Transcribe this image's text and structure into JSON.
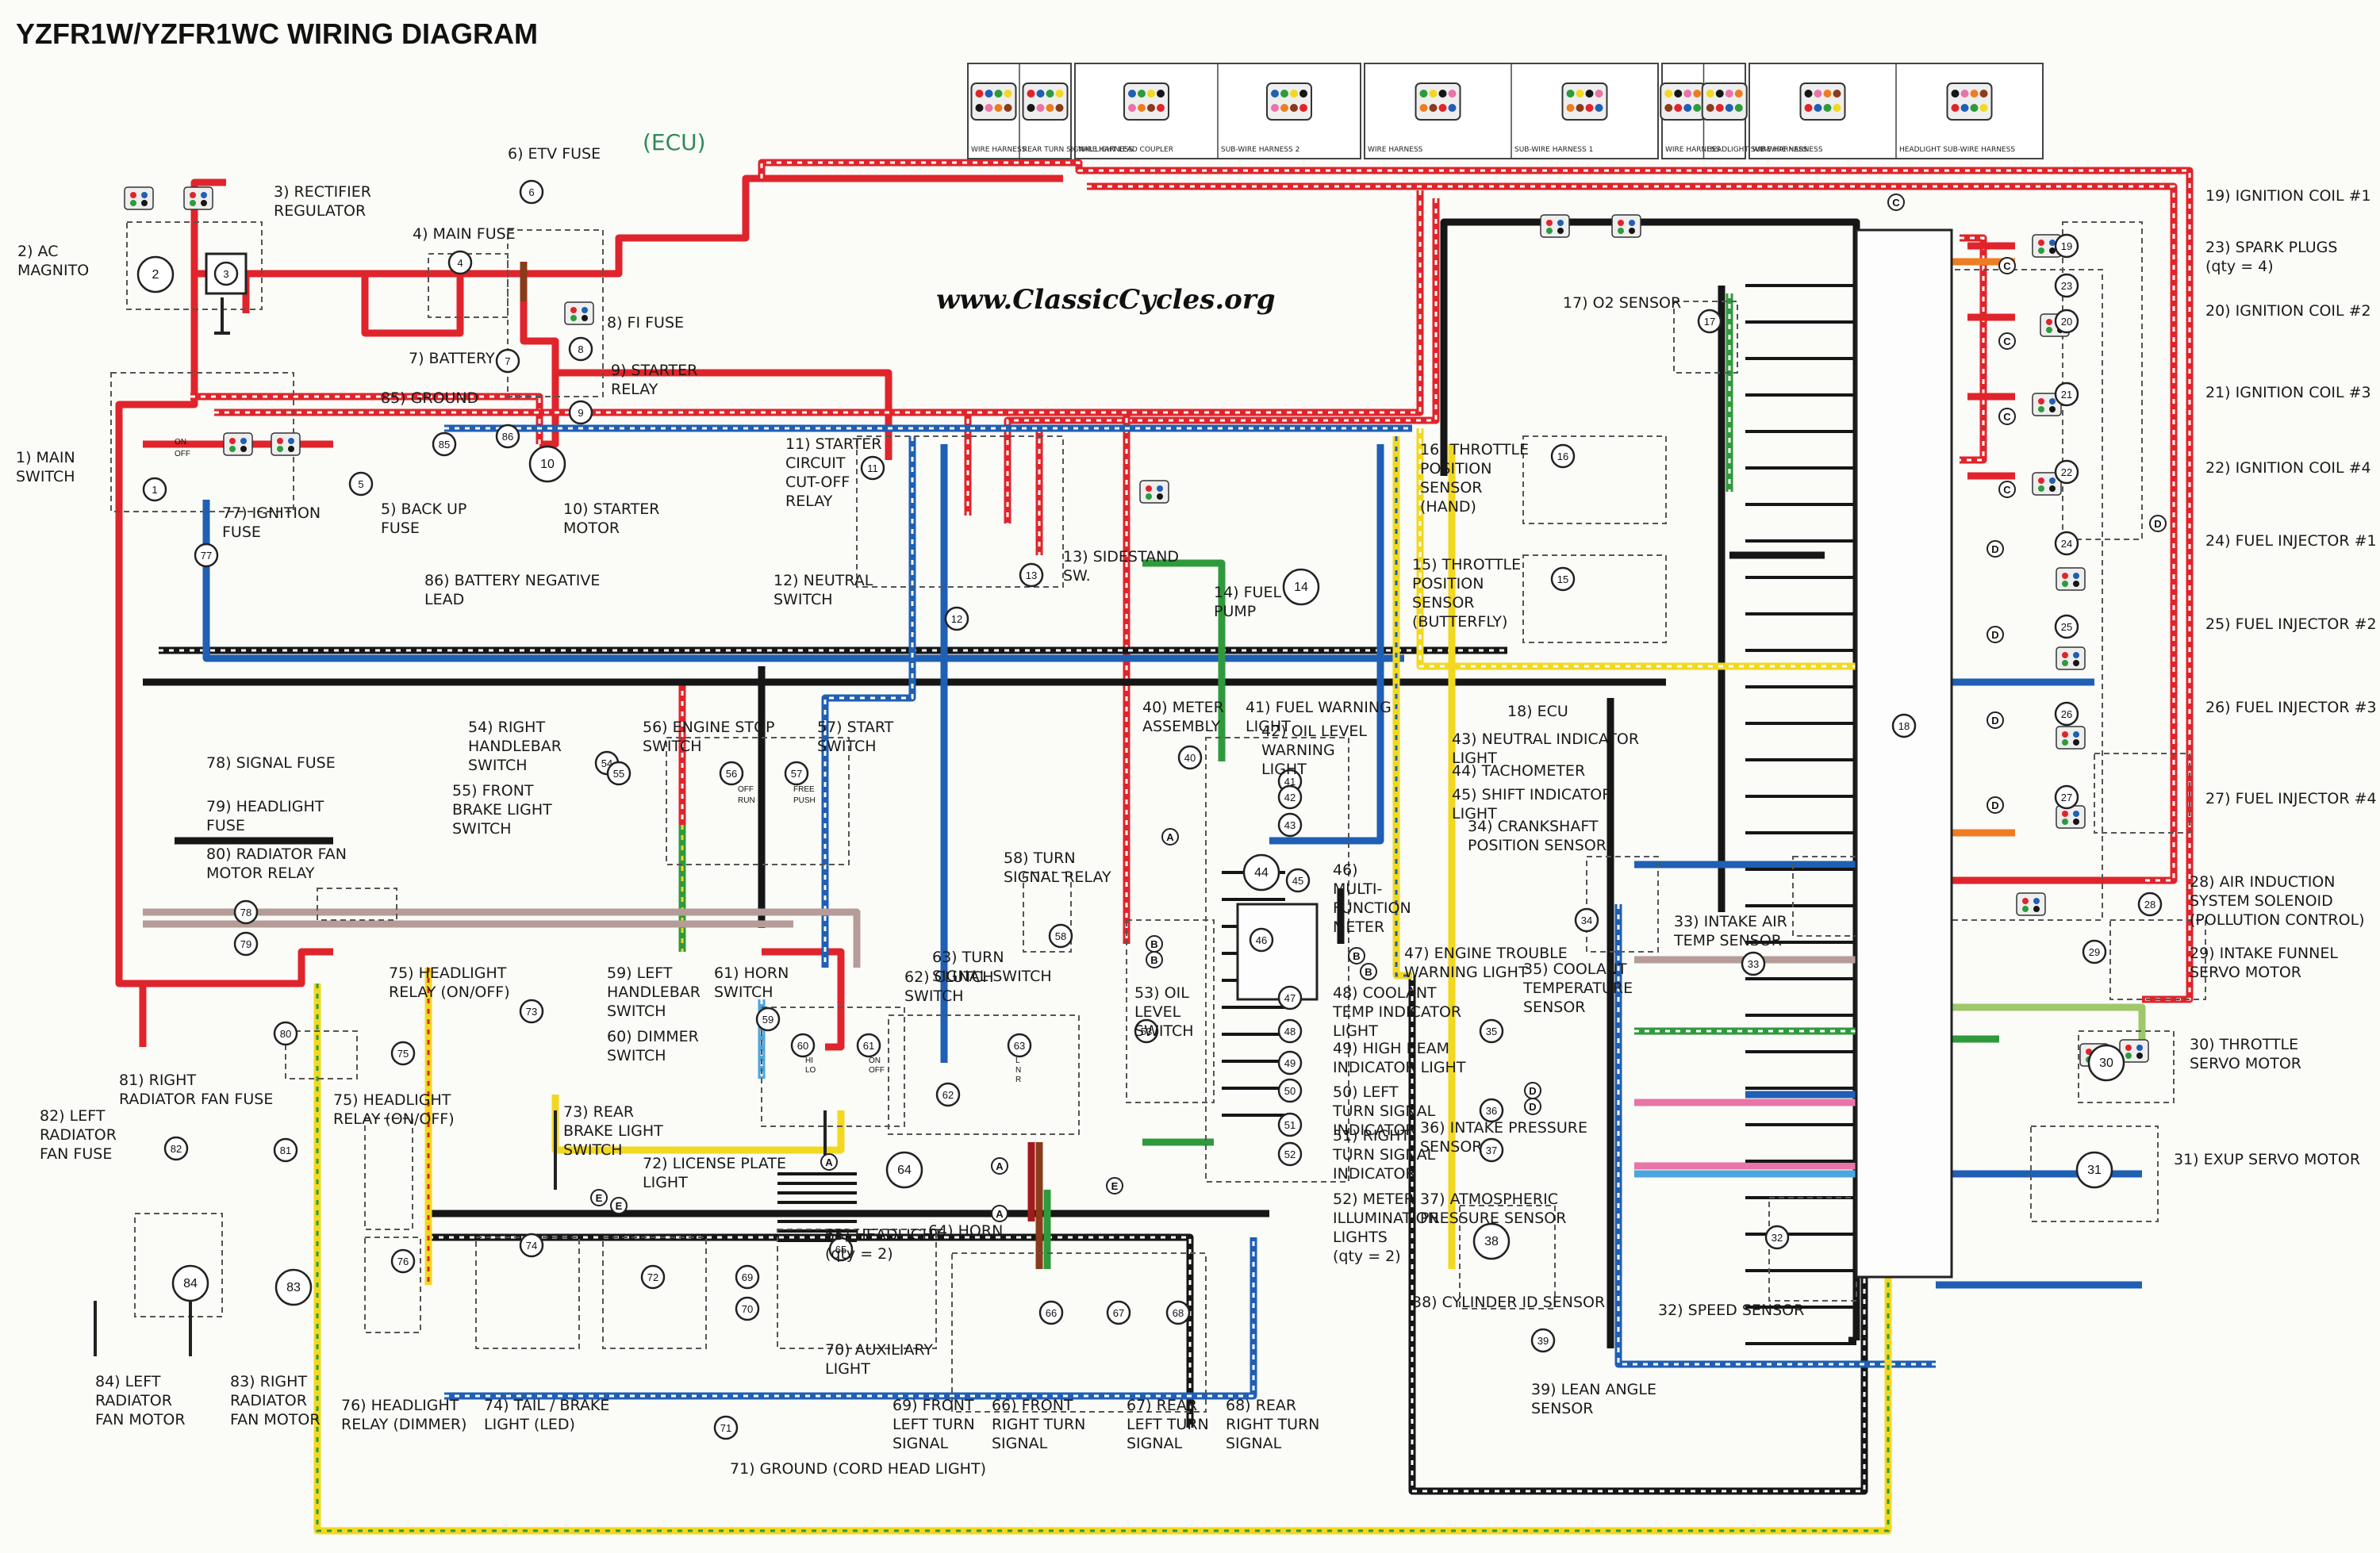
{
  "title": "YZFR1W/YZFR1WC WIRING DIAGRAM",
  "website": "www.ClassicCycles.org",
  "connector_legend": [
    {
      "left": "WIRE HARNESS",
      "right": "REAR TURN SIGNAL LIGHT LEAD COUPLER"
    },
    {
      "left": "WIRE HARNESS",
      "right": "SUB-WIRE HARNESS 2"
    },
    {
      "left": "WIRE HARNESS",
      "right": "SUB-WIRE HARNESS 1"
    },
    {
      "left": "WIRE HARNESS",
      "right": "HEADLIGHT SUB-WIRE HARNESS"
    },
    {
      "left": "WIRE HARNESS",
      "right": "HEADLIGHT SUB-WIRE HARNESS"
    }
  ],
  "etv_fuse_ecu": "(ECU)",
  "labels": {
    "l1": "1) MAIN\nSWITCH",
    "l2": "2) AC\nMAGNITO",
    "l3": "3) RECTIFIER\nREGULATOR",
    "l4": "4) MAIN FUSE",
    "l5": "5) BACK UP\nFUSE",
    "l6": "6) ETV FUSE",
    "l7": "7) BATTERY",
    "l8": "8) FI FUSE",
    "l9": "9) STARTER\nRELAY",
    "l10": "10) STARTER\nMOTOR",
    "l11": "11) STARTER\nCIRCUIT\nCUT-OFF\nRELAY",
    "l12": "12) NEUTRAL\nSWITCH",
    "l13": "13) SIDESTAND\nSW.",
    "l14": "14) FUEL\nPUMP",
    "l15": "15) THROTTLE\nPOSITION\nSENSOR\n(BUTTERFLY)",
    "l16": "16) THROTTLE\nPOSITION\nSENSOR\n(HAND)",
    "l17": "17) O2 SENSOR",
    "l18": "18) ECU",
    "l19": "19) IGNITION COIL #1",
    "l20": "20) IGNITION COIL #2",
    "l21": "21) IGNITION COIL #3",
    "l22": "22) IGNITION COIL #4",
    "l23": "23) SPARK PLUGS\n(qty = 4)",
    "l24": "24) FUEL INJECTOR #1",
    "l25": "25) FUEL INJECTOR #2",
    "l26": "26) FUEL INJECTOR #3",
    "l27": "27) FUEL INJECTOR #4",
    "l28": "28) AIR INDUCTION\nSYSTEM SOLENOID\n(POLLUTION CONTROL)",
    "l29": "29) INTAKE FUNNEL\nSERVO MOTOR",
    "l30": "30) THROTTLE\nSERVO MOTOR",
    "l31": "31) EXUP SERVO MOTOR",
    "l32": "32) SPEED SENSOR",
    "l33": "33) INTAKE AIR\nTEMP SENSOR",
    "l34": "34) CRANKSHAFT\nPOSITION SENSOR",
    "l35": "35) COOLANT\nTEMPERATURE\nSENSOR",
    "l36": "36) INTAKE PRESSURE\nSENSOR",
    "l37": "37) ATMOSPHERIC\nPRESSURE SENSOR",
    "l38": "38) CYLINDER ID SENSOR",
    "l39": "39) LEAN ANGLE\nSENSOR",
    "l40": "40) METER\nASSEMBLY",
    "l41": "41) FUEL WARNING\nLIGHT",
    "l42": "42) OIL LEVEL\nWARNING\nLIGHT",
    "l43": "43) NEUTRAL INDICATOR\nLIGHT",
    "l44": "44) TACHOMETER",
    "l45": "45) SHIFT INDICATOR\nLIGHT",
    "l46": "46)\nMULTI-\nFUNCTION\nMETER",
    "l47": "47) ENGINE TROUBLE\nWARNING LIGHT",
    "l48": "48) COOLANT\nTEMP INDICATOR\nLIGHT",
    "l49": "49) HIGH BEAM\nINDICATOR LIGHT",
    "l50": "50) LEFT\nTURN SIGNAL\nINDICATOR",
    "l51": "51) RIGHT\nTURN SIGNAL\nINDICATOR",
    "l52": "52) METER\nILLUMINATION\nLIGHTS\n(qty = 2)",
    "l53": "53) OIL\nLEVEL\nSWITCH",
    "l54": "54) RIGHT\nHANDLEBAR\nSWITCH",
    "l55": "55) FRONT\nBRAKE LIGHT\nSWITCH",
    "l56": "56) ENGINE STOP\nSWITCH",
    "l57": "57) START\nSWITCH",
    "l58": "58) TURN\nSIGNAL RELAY",
    "l59": "59) LEFT\nHANDLEBAR\nSWITCH",
    "l60": "60) DIMMER\nSWITCH",
    "l61": "61) HORN\nSWITCH",
    "l62": "62) CLUTCH\nSWITCH",
    "l63": "63) TURN\nSIGNAL SWITCH",
    "l64": "64) HORN",
    "l65": "65) HEADLIGHT\n(qty = 2)",
    "l66": "66) FRONT\nRIGHT TURN\nSIGNAL",
    "l67": "67) REAR\nLEFT TURN\nSIGNAL",
    "l68": "68) REAR\nRIGHT TURN\nSIGNAL",
    "l69": "69) FRONT\nLEFT TURN\nSIGNAL",
    "l70": "70) AUXILIARY\nLIGHT",
    "l71": "71) GROUND (CORD HEAD LIGHT)",
    "l72": "72) LICENSE PLATE\nLIGHT",
    "l73": "73) REAR\nBRAKE LIGHT\nSWITCH",
    "l74": "74) TAIL / BRAKE\nLIGHT (LED)",
    "l75a": "75) HEADLIGHT\nRELAY (ON/OFF)",
    "l75b": "75) HEADLIGHT\nRELAY (ON/OFF)",
    "l76": "76) HEADLIGHT\nRELAY (DIMMER)",
    "l77": "77) IGNITION\nFUSE",
    "l78": "78) SIGNAL FUSE",
    "l79": "79) HEADLIGHT\nFUSE",
    "l80": "80) RADIATOR FAN\nMOTOR RELAY",
    "l81": "81) RIGHT\nRADIATOR FAN FUSE",
    "l82": "82) LEFT\nRADIATOR\nFAN FUSE",
    "l83": "83) RIGHT\nRADIATOR\nFAN MOTOR",
    "l84": "84) LEFT\nRADIATOR\nFAN MOTOR",
    "l85": "85) GROUND",
    "l86": "86) BATTERY NEGATIVE\nLEAD"
  },
  "component_numbers": [
    "1",
    "2",
    "3",
    "4",
    "5",
    "6",
    "7",
    "8",
    "9",
    "10",
    "11",
    "12",
    "13",
    "14",
    "15",
    "16",
    "17",
    "18",
    "19",
    "20",
    "21",
    "22",
    "23",
    "24",
    "25",
    "26",
    "27",
    "28",
    "29",
    "30",
    "31",
    "32",
    "33",
    "34",
    "35",
    "36",
    "37",
    "38",
    "39",
    "40",
    "41",
    "42",
    "43",
    "44",
    "45",
    "46",
    "47",
    "48",
    "49",
    "50",
    "51",
    "52",
    "53",
    "54",
    "55",
    "56",
    "57",
    "58",
    "59",
    "60",
    "61",
    "62",
    "63",
    "64",
    "65",
    "66",
    "67",
    "68",
    "69",
    "70",
    "71",
    "72",
    "73",
    "74",
    "75",
    "76",
    "77",
    "78",
    "79",
    "80",
    "81",
    "82",
    "83",
    "84",
    "85",
    "86"
  ],
  "switch_terms": {
    "on": "ON",
    "off": "OFF",
    "run": "RUN",
    "free": "FREE",
    "push": "PUSH",
    "hi": "HI",
    "lo": "LO",
    "l": "L",
    "n": "N",
    "r": "R"
  },
  "junction_letters": [
    "A",
    "B",
    "C",
    "D",
    "E"
  ],
  "colors": {
    "red": "#e0242b",
    "black": "#161616",
    "blue": "#1f5fb4",
    "yellow": "#f2d81f",
    "green": "#2f9a3c",
    "brown": "#8a3b1c",
    "orange": "#ee7d22",
    "pink": "#e874a8",
    "lightgreen": "#9ec86a",
    "grayish": "#b59c98",
    "darkred": "#a31a1a",
    "skyblue": "#4aa6dd"
  }
}
